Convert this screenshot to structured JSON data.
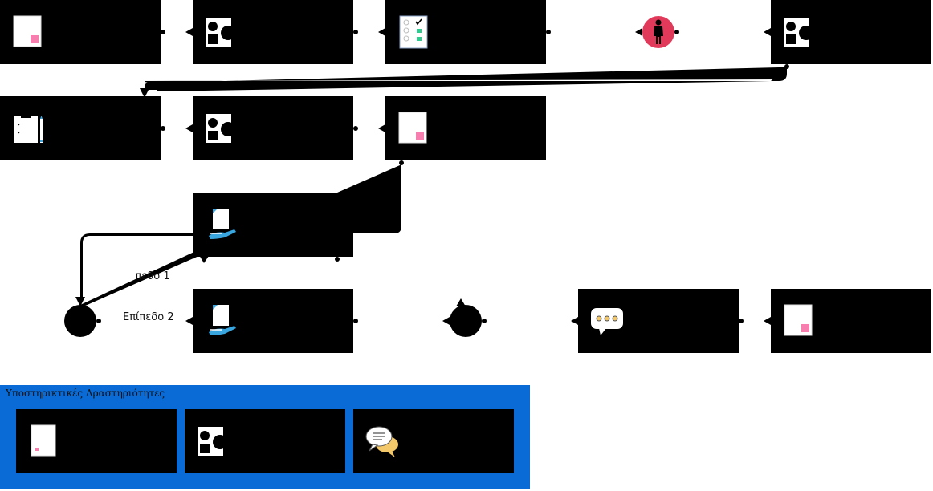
{
  "edges": {
    "level1_label": "Επίπεδο 1",
    "level2_label": "Επίπεδο 2"
  },
  "support_lane": {
    "title": "Υποστηρικτικές Δραστηριότητες"
  },
  "colors": {
    "node_fill": "#000000",
    "lane_fill": "#0a6bd6",
    "start_event": "#e0395a",
    "doc_accent": "#f77fb0",
    "check_accent": "#2ecc8f",
    "hand_blue": "#3aa6e0",
    "chat_yellow": "#f3c86a"
  },
  "icons": {
    "document": "document-icon",
    "shapes": "shapes-icon",
    "checklist": "checklist-icon",
    "person": "person-icon",
    "clipboard": "clipboard-pencil-icon",
    "hand_document": "hand-document-icon",
    "speech": "speech-bubble-icon",
    "chat": "chat-bubbles-icon"
  }
}
